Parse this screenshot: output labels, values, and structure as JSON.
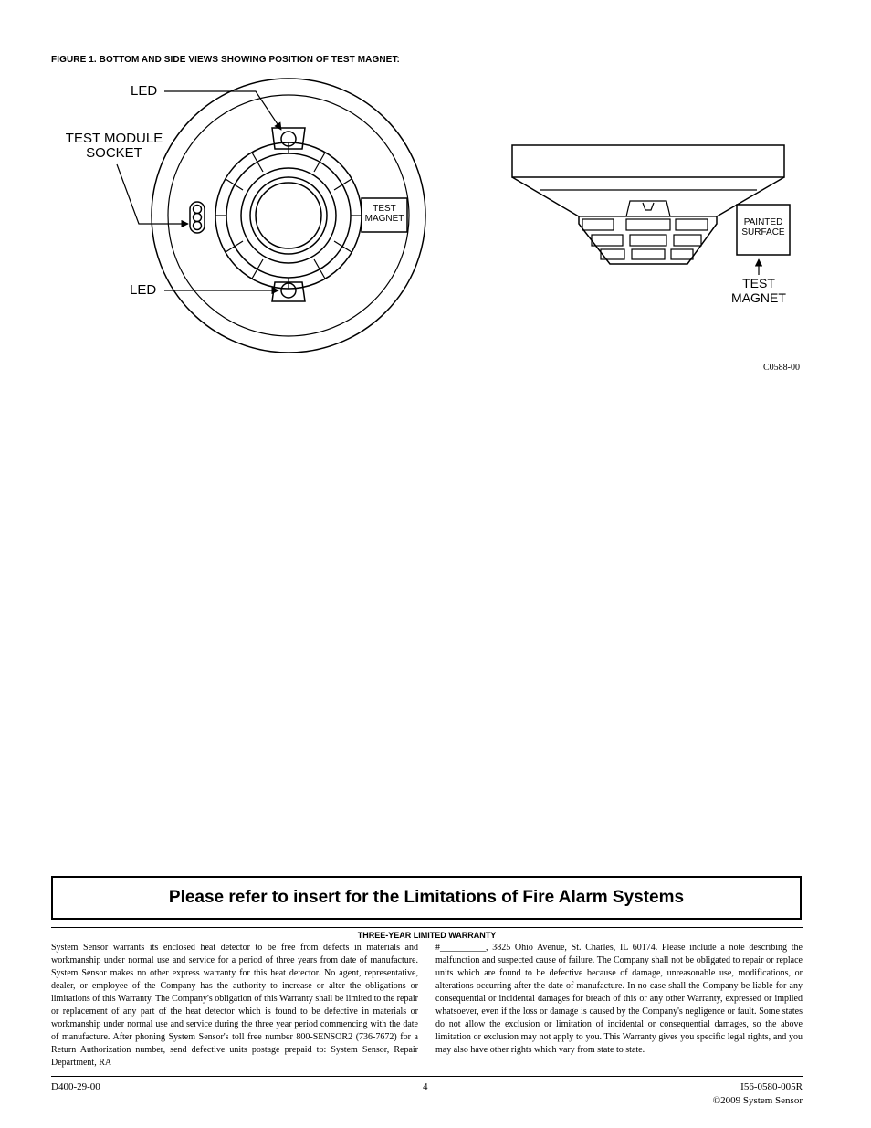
{
  "figure": {
    "title": "FIGURE 1. BOTTOM AND SIDE VIEWS SHOWING POSITION OF TEST MAGNET:",
    "labels": {
      "led_top": "LED",
      "test_module_socket_line1": "TEST MODULE",
      "test_module_socket_line2": "SOCKET",
      "led_bottom": "LED",
      "test_magnet_box_line1": "TEST",
      "test_magnet_box_line2": "MAGNET",
      "painted_surface_line1": "PAINTED",
      "painted_surface_line2": "SURFACE",
      "test_magnet_side_line1": "TEST",
      "test_magnet_side_line2": "MAGNET"
    },
    "code": "C0588-00"
  },
  "banner": "Please refer to insert for the Limitations of Fire Alarm Systems",
  "warranty": {
    "title": "THREE-YEAR LIMITED WARRANTY",
    "left_text": "System Sensor warrants its enclosed heat detector to be free from defects in materials and workmanship under normal use and service for a period of three years from date of manufacture. System Sensor makes no other express warranty for this heat detector. No agent, representative, dealer, or employee of the Company has the authority to increase or alter the obligations or limitations of this Warranty. The Company's obligation of this Warranty shall be limited to the repair or replacement of any part of the heat detector which is found to be defective in materials or workmanship under normal use and service during the three year period commencing with the date of manufacture. After phoning System Sensor's toll free number 800-SENSOR2 (736-7672) for a Return Authorization number, send defective units postage prepaid to: System Sensor, Repair Department, RA",
    "right_text": "#__________, 3825 Ohio Avenue, St. Charles, IL 60174. Please include a note describing the malfunction and suspected cause of failure. The Company shall not be obligated to repair or replace units which are found to be defective because of damage, unreasonable use, modifications, or alterations occurring after the date of manufacture. In no case shall the Company be liable for any consequential or incidental damages for breach of this or any other Warranty, expressed or implied whatsoever, even if the loss or damage is caused by the Company's negligence or fault. Some states do not allow the exclusion or limitation of incidental or consequential damages, so the above limitation or exclusion may not apply to you. This Warranty gives you specific legal rights, and you may also have other rights which vary from state to state."
  },
  "footer": {
    "left": "D400-29-00",
    "page": "4",
    "right_line1": "I56-0580-005R",
    "right_line2": "©2009 System Sensor"
  }
}
